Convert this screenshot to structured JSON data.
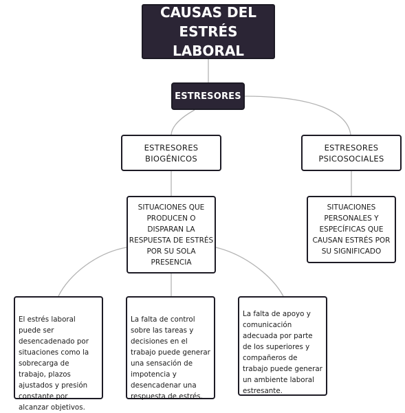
{
  "diagram": {
    "title": "CAUSAS DEL ESTRÉS LABORAL",
    "stressors": "ESTRESORES",
    "branches": {
      "biogenic": {
        "label": "ESTRESORES BIOGÉNICOS",
        "definition": "SITUACIONES QUE PRODUCEN O DISPARAN LA RESPUESTA DE ESTRÉS POR SU SOLA PRESENCIA"
      },
      "psychosocial": {
        "label": "ESTRESORES PSICOSOCIALES",
        "definition": "SITUACIONES PERSONALES Y ESPECÍFICAS QUE CAUSAN ESTRÉS POR SU SIGNIFICADO"
      }
    },
    "examples": [
      "El estrés laboral puede ser desencadenado por situaciones como la sobrecarga de trabajo, plazos ajustados y presión constante por alcanzar objetivos.",
      "La falta de control sobre las tareas y decisiones en el trabajo puede generar una sensación de impotencia y desencadenar una respuesta de estrés.",
      "La falta de apoyo y comunicación adecuada por parte de los superiores y compañeros de trabajo puede generar un ambiente laboral estresante."
    ]
  },
  "colors": {
    "dark_fill": "#2b2535",
    "border": "#1c1a24",
    "connector": "#b3b3b3"
  }
}
